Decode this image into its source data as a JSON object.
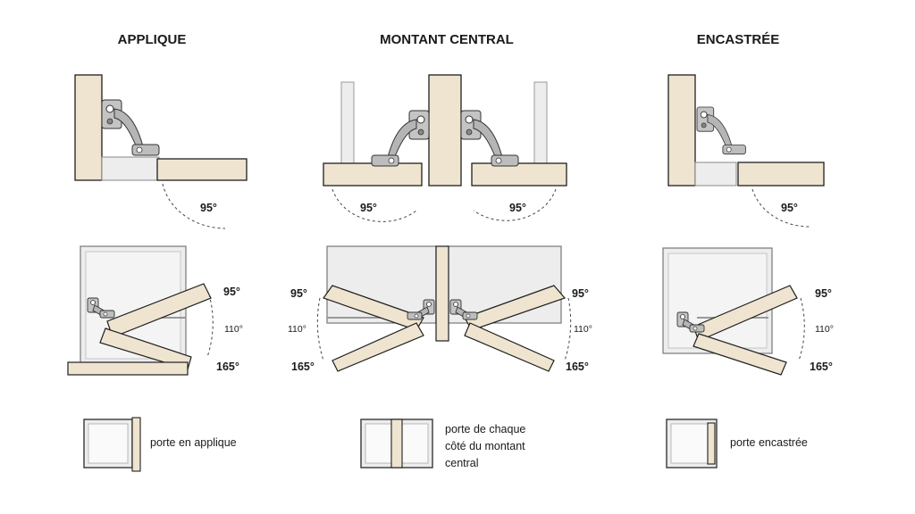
{
  "columns": [
    {
      "title": "APPLIQUE",
      "legend": "porte en applique"
    },
    {
      "title": "MONTANT CENTRAL",
      "legend_lines": [
        "porte de chaque",
        "côté du montant",
        "central"
      ]
    },
    {
      "title": "ENCASTRÉE",
      "legend": "porte encastrée"
    }
  ],
  "angles": {
    "a95": "95°",
    "a110": "110°",
    "a165": "165°"
  },
  "colors": {
    "wood": "#efe4d0",
    "wood_edge": "#1f1f1f",
    "hinge": "#b9b9b9",
    "cabinet": "#ededed",
    "dash": "#444444"
  },
  "icons": [
    "hinge-icon"
  ]
}
